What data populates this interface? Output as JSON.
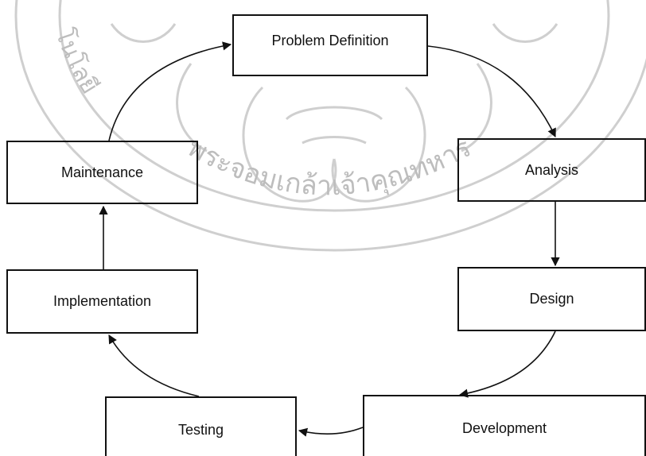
{
  "diagram": {
    "nodes": {
      "problem_definition": "Problem Definition",
      "analysis": "Analysis",
      "design": "Design",
      "development": "Development",
      "testing": "Testing",
      "implementation": "Implementation",
      "maintenance": "Maintenance"
    },
    "edges": [
      {
        "from": "Problem Definition",
        "to": "Analysis"
      },
      {
        "from": "Analysis",
        "to": "Design"
      },
      {
        "from": "Design",
        "to": "Development"
      },
      {
        "from": "Development",
        "to": "Testing"
      },
      {
        "from": "Testing",
        "to": "Implementation"
      },
      {
        "from": "Implementation",
        "to": "Maintenance"
      },
      {
        "from": "Maintenance",
        "to": "Problem Definition"
      }
    ]
  },
  "watermark": {
    "arc_text": "พระจอมเกล้าเจ้าคุณทหาร",
    "left_text": "โนโลยี",
    "colors": {
      "stroke": "#cfcfcf",
      "text": "#bdbdbd"
    }
  },
  "colors": {
    "line": "#111111",
    "box_border": "#111111",
    "text": "#111111"
  }
}
